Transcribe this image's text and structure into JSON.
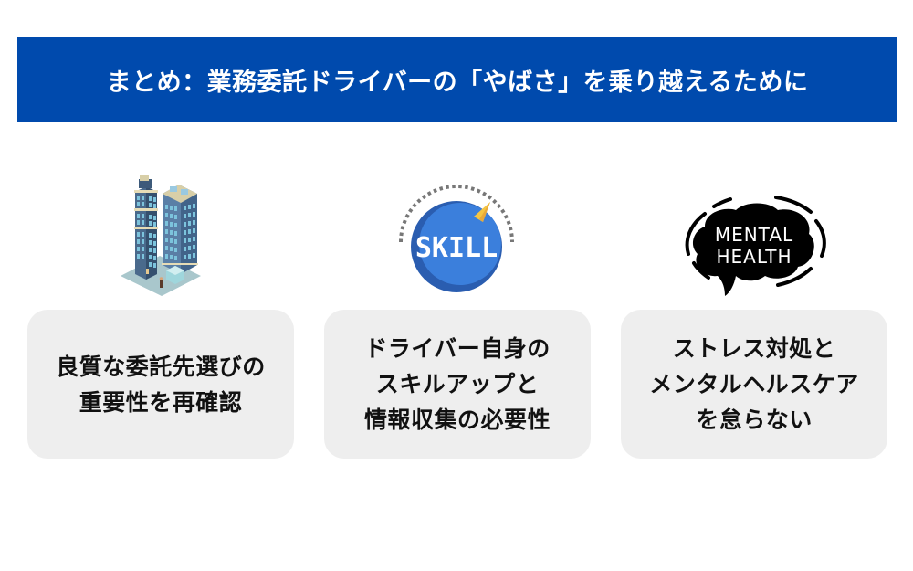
{
  "banner": {
    "title": "まとめ：業務委託ドライバーの「やばさ」を乗り越えるために",
    "background_color": "#004aad",
    "text_color": "#ffffff"
  },
  "items": [
    {
      "icon": "office-buildings-icon",
      "text": "良質な委託先選びの\n重要性を再確認"
    },
    {
      "icon": "skill-gauge-icon",
      "icon_label": "SKILL",
      "text": "ドライバー自身の\nスキルアップと\n情報収集の必要性"
    },
    {
      "icon": "mental-health-brain-icon",
      "icon_label_line1": "MENTAL",
      "icon_label_line2": "HEALTH",
      "text": "ストレス対処と\nメンタルヘルスケア\nを怠らない"
    }
  ],
  "colors": {
    "card_background": "#eeeeee",
    "card_text": "#111111",
    "skill_blue_dark": "#2a5db0",
    "skill_blue_light": "#3b7fdc",
    "skill_needle": "#f5c542",
    "dots_gray": "#777777"
  }
}
